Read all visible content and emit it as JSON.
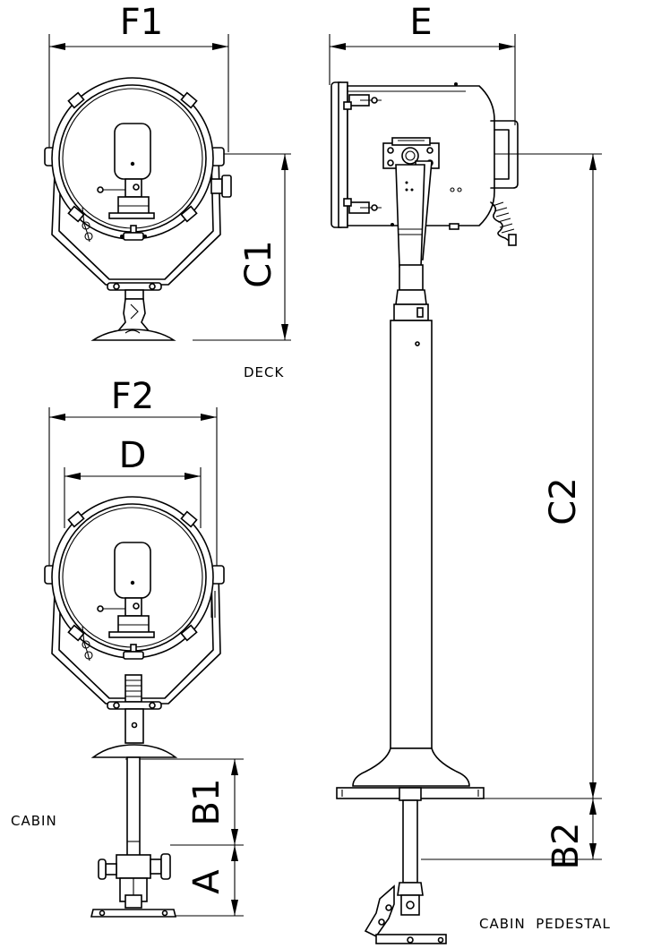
{
  "labels": {
    "f1": "F1",
    "e": "E",
    "c1": "C1",
    "c2": "C2",
    "f2": "F2",
    "d": "D",
    "b1": "B1",
    "b2": "B2",
    "a": "A",
    "deck": "DECK",
    "cabin": "CABIN",
    "cabin_pedestal": "CABIN  PEDESTAL"
  }
}
